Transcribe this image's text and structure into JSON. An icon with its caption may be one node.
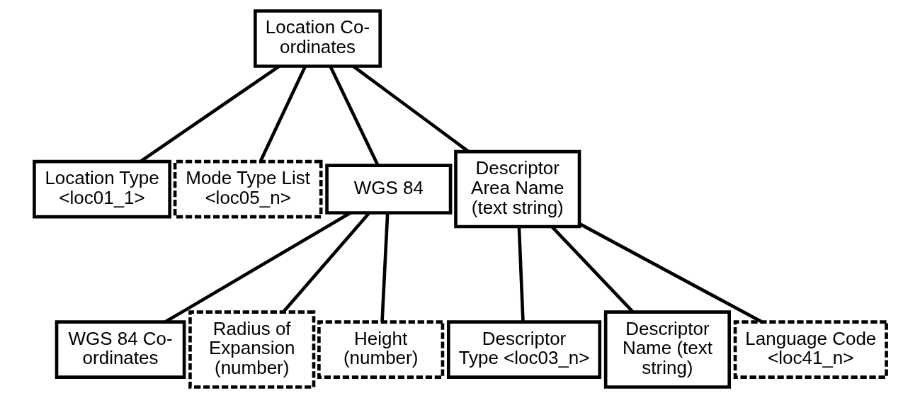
{
  "diagram": {
    "nodes": [
      {
        "text": [
          "Location Co-ordinates"
        ]
      },
      {
        "text": [
          "Location Type <loc01_1>"
        ]
      },
      {
        "text": [
          "Mode Type List <loc05_n>"
        ]
      },
      {
        "text": [
          "WGS 84"
        ]
      },
      {
        "text": [
          "Descriptor Area Name (text string)"
        ]
      },
      {
        "text": [
          "WGS 84 Co-ordinates"
        ]
      },
      {
        "text": [
          "Radius of Expansion (number)"
        ]
      },
      {
        "text": [
          "Height (number)"
        ]
      },
      {
        "text": [
          "Descriptor Type <loc03_n>"
        ]
      },
      {
        "text": [
          "Descriptor Name (text string)"
        ]
      },
      {
        "text": [
          "Language Code <loc41_n>"
        ]
      }
    ],
    "edges": [
      {
        "from": 0,
        "to": 1,
        "arrow": "none"
      },
      {
        "from": 0,
        "to": 2,
        "arrow": "none"
      },
      {
        "from": 0,
        "to": 3,
        "arrow": "none"
      },
      {
        "from": 0,
        "to": 4,
        "arrow": "none"
      },
      {
        "from": 3,
        "to": 5,
        "arrow": "none"
      },
      {
        "from": 3,
        "to": 6,
        "arrow": "none"
      },
      {
        "from": 3,
        "to": 7,
        "arrow": "none"
      },
      {
        "from": 4,
        "to": 8,
        "arrow": "none"
      },
      {
        "from": 4,
        "to": 9,
        "arrow": "none"
      },
      {
        "from": 4,
        "to": 10,
        "arrow": "none"
      }
    ]
  }
}
